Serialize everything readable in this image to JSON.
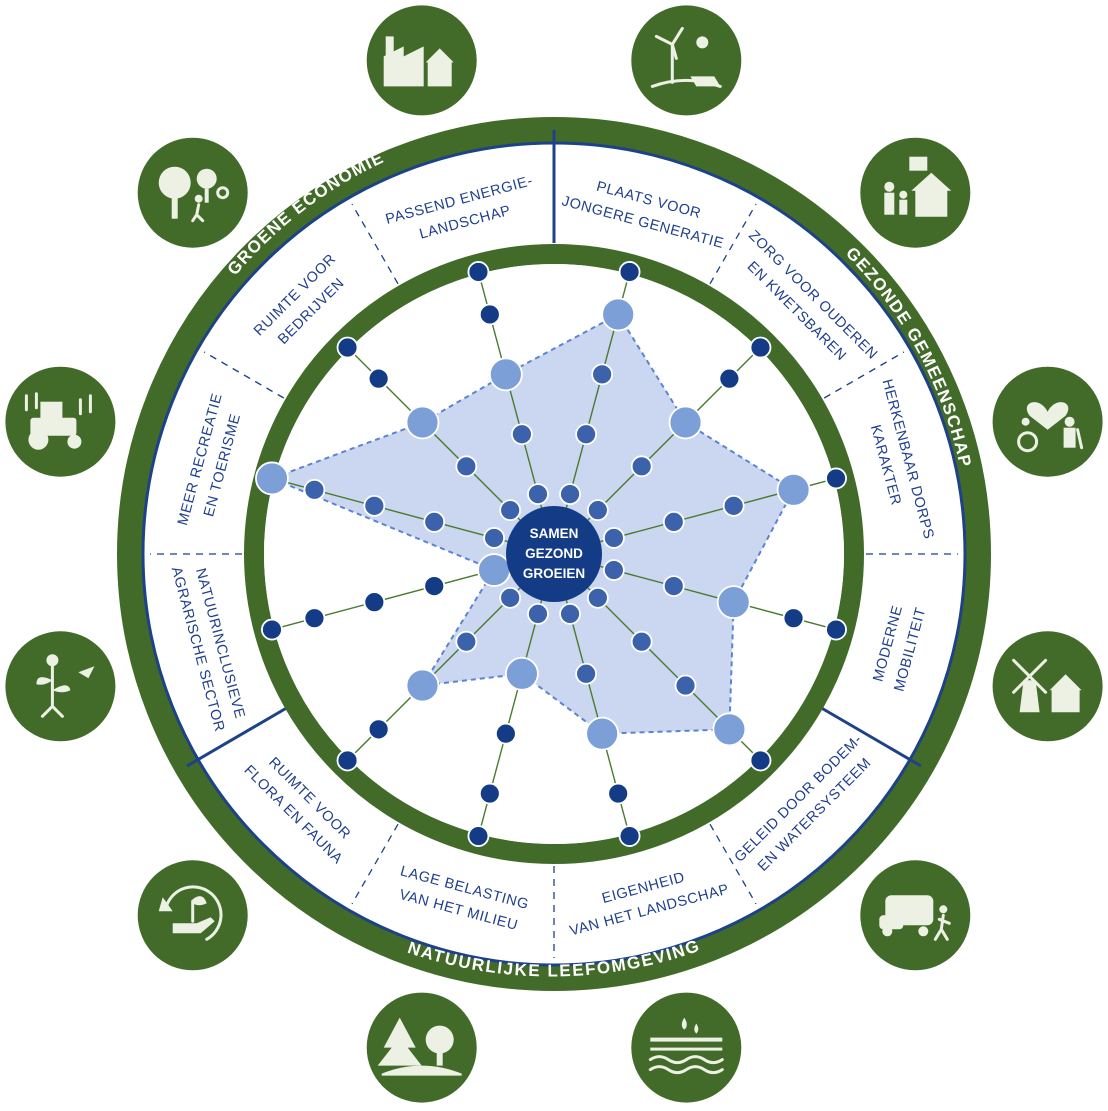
{
  "center_title": [
    "SAMEN",
    "GEZOND",
    "GROEIEN"
  ],
  "pillars": {
    "gezonde_gemeenschap": "GEZONDE GEMEENSCHAP",
    "natuurlijke_leefomgeving": "NATUURLIJKE LEEFOMGEVING",
    "groene_economie": "GROENE ECONOMIE"
  },
  "segments": [
    {
      "id": "jongere-generatie",
      "lines": [
        "PLAATS VOOR",
        "JONGERE GENERATIE"
      ]
    },
    {
      "id": "ouderen",
      "lines": [
        "ZORG VOOR OUDEREN",
        "EN KWETSBAREN"
      ]
    },
    {
      "id": "dorpskarakter",
      "lines": [
        "HERKENBAAR DORPS",
        "KARAKTER"
      ]
    },
    {
      "id": "mobiliteit",
      "lines": [
        "MODERNE",
        "MOBILITEIT"
      ]
    },
    {
      "id": "bodem-water",
      "lines": [
        "GELEID DOOR BODEM-",
        "EN WATERSYSTEEM"
      ]
    },
    {
      "id": "eigenheid",
      "lines": [
        "EIGENHEID",
        "VAN HET LANDSCHAP"
      ]
    },
    {
      "id": "milieu",
      "lines": [
        "LAGE BELASTING",
        "VAN HET MILIEU"
      ]
    },
    {
      "id": "flora-fauna",
      "lines": [
        "RUIMTE VOOR",
        "FLORA EN FAUNA"
      ]
    },
    {
      "id": "agrarisch",
      "lines": [
        "NATUURINCLUSIEVE",
        "AGRARISCHE SECTOR"
      ]
    },
    {
      "id": "recreatie",
      "lines": [
        "MEER RECREATIE",
        "EN TOERISME"
      ]
    },
    {
      "id": "bedrijven",
      "lines": [
        "RUIMTE VOOR",
        "BEDRIJVEN"
      ]
    },
    {
      "id": "energie",
      "lines": [
        "PASSEND ENERGIE-",
        "LANDSCHAP"
      ]
    }
  ],
  "icons": [
    {
      "name": "wind-solar-icon"
    },
    {
      "name": "family-housing-icon"
    },
    {
      "name": "health-care-icon"
    },
    {
      "name": "windmill-village-icon"
    },
    {
      "name": "bus-pedestrian-icon"
    },
    {
      "name": "soil-water-icon"
    },
    {
      "name": "forest-landscape-icon"
    },
    {
      "name": "plant-cycle-icon"
    },
    {
      "name": "flora-fauna-icon"
    },
    {
      "name": "tractor-crops-icon"
    },
    {
      "name": "recreation-trees-icon"
    },
    {
      "name": "factory-icon"
    }
  ],
  "scores": [
    4,
    3,
    4,
    3,
    4,
    3,
    2,
    3,
    1,
    5,
    3,
    3
  ],
  "colors": {
    "green": "#426b2a",
    "navy": "#1e4287",
    "dot": "#143c86",
    "dot_mid": "#3b62aa",
    "dot_highlight": "#7d9fd8",
    "polygon_fill": "#c5d1ee",
    "polygon_stroke": "#5b84d0"
  }
}
